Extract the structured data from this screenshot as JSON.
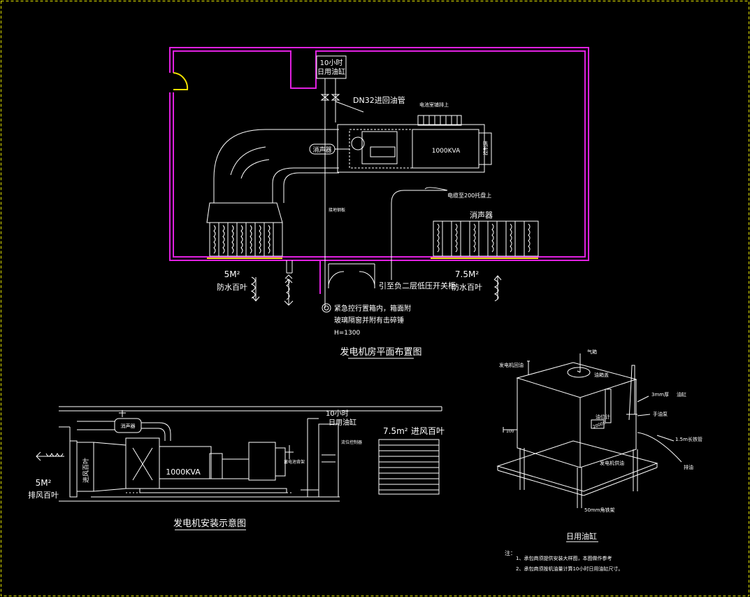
{
  "colors": {
    "background": "#000000",
    "line": "#ffffff",
    "wall": "#e020e0",
    "door": "#f0e000",
    "border": "#e8e800"
  },
  "plan": {
    "title": "发电机房平面布置图",
    "day_tank_1": "10小时",
    "day_tank_2": "日用油缸",
    "oil_pipe": "DN32进回油管",
    "radiator_label": "电池室铺排上",
    "muffler_tag": "消声器",
    "genset_rating": "1000KVA",
    "side_label": "控制屏",
    "cable_label": "电缆至200托盘上",
    "muffler_right": "消声器",
    "riser_label": "接地钢板",
    "left_louver_area": "5M²",
    "left_louver_name": "防水百叶",
    "right_louver_area": "7.5M²",
    "right_louver_name": "防水百叶",
    "switch_note": "引至负二层低压开关柜",
    "estop_1": "紧急控行置箱内，箱面附",
    "estop_2": "玻璃隔窗并附有击碎锤",
    "estop_3": "H=1300"
  },
  "install": {
    "title": "发电机安装示意图",
    "day_tank_1": "10小时",
    "day_tank_2": "日用油缸",
    "silencer": "消声器",
    "genset_rating": "1000KVA",
    "vent_label": "进风百叶",
    "vent_area": "7.5m²",
    "exhaust_area": "5M²",
    "exhaust_name": "排风百叶",
    "side_tag": "进风百叶",
    "battery": "蓄电池背架",
    "tank_valve": "流位控制器"
  },
  "tank": {
    "title": "日用油缸",
    "feed": "发电机回油",
    "vent": "气箱",
    "fill": "油箱盖",
    "gauge": "油位计",
    "capacity": "2000L",
    "thickness": "3mm厚",
    "thickness_b": "油缸",
    "valve": "手油泵",
    "level": "100",
    "hose": "1.5m长铁管",
    "drain": "排油",
    "supply": "发电机供油",
    "frame": "50mm角铁架"
  },
  "notes": {
    "heading": "注：",
    "line1": "1、承包商须提供安装大样图，本图做作参考",
    "line2": "2、承包商须按机油量计算10小时日用油缸尺寸。"
  }
}
